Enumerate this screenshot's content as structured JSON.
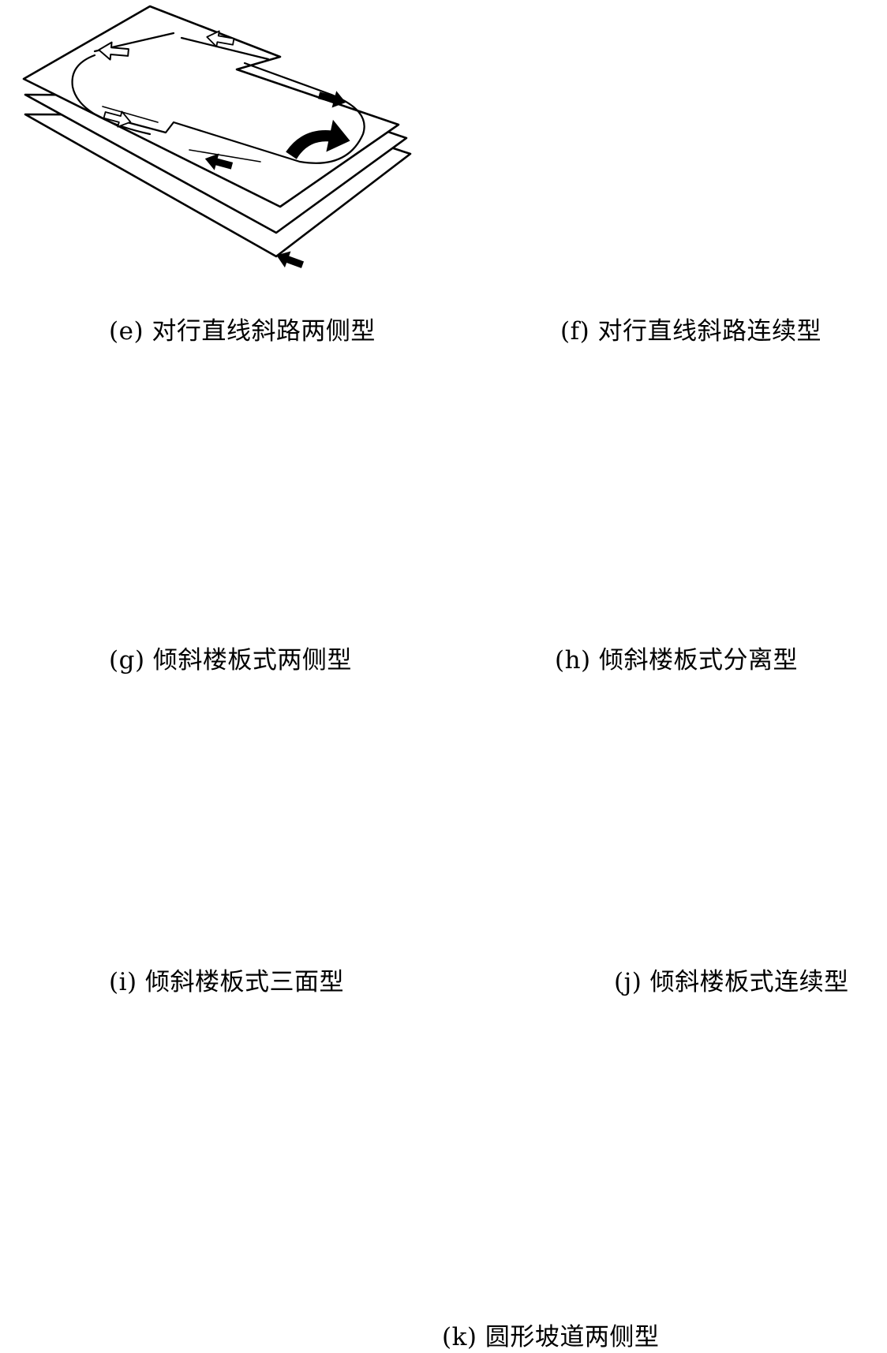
{
  "figure": {
    "captions": {
      "e": "(e) 对行直线斜路两侧型",
      "f": "(f) 对行直线斜路连续型",
      "g": "(g) 倾斜楼板式两侧型",
      "h": "(h) 倾斜楼板式分离型",
      "i": "(i) 倾斜楼板式三面型",
      "j": "(j) 倾斜楼板式连续型",
      "k": "(k) 圆形坡道两侧型"
    },
    "arrow_symbols": {
      "black": "solid-black-arrow",
      "white": "outlined-white-arrow"
    }
  }
}
